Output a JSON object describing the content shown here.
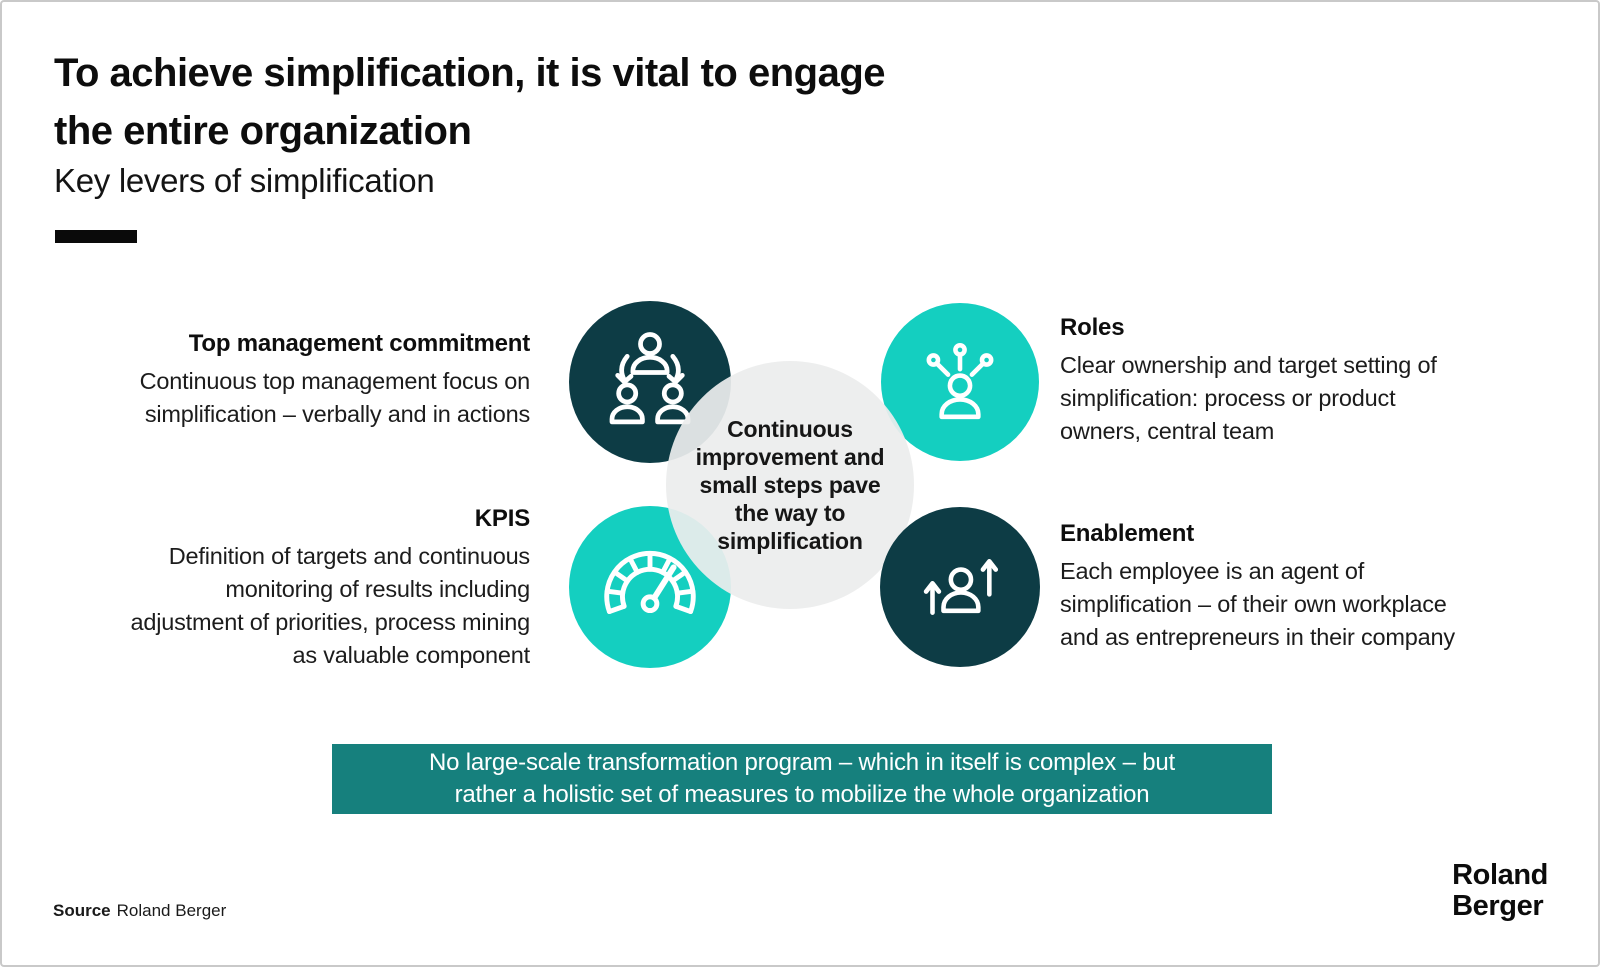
{
  "slide": {
    "title": "To achieve simplification, it is vital to engage\nthe entire organization",
    "subtitle": "Key levers of simplification"
  },
  "diagram": {
    "center_text": "Continuous\nimprovement and\nsmall steps pave\nthe way to\nsimplification",
    "levers": [
      {
        "title": "Top management commitment",
        "body": "Continuous top management focus on\nsimplification – verbally and in actions",
        "icon": "org-hierarchy-icon",
        "circle_color": "#0d3c45"
      },
      {
        "title": "Roles",
        "body": "Clear ownership and target setting of\nsimplification: process or product\nowners, central team",
        "icon": "delegation-icon",
        "circle_color": "#14cfc0"
      },
      {
        "title": "KPIS",
        "body": "Definition of targets and continuous\nmonitoring of results including\nadjustment of priorities, process mining\nas valuable component",
        "icon": "speedometer-icon",
        "circle_color": "#14cfc0"
      },
      {
        "title": "Enablement",
        "body": "Each employee is an agent of\nsimplification – of their own workplace\nand as entrepreneurs in their company",
        "icon": "empowered-person-icon",
        "circle_color": "#0d3c45"
      }
    ]
  },
  "banner": {
    "text": "No large-scale transformation program – which in itself is complex – but\nrather a holistic set of measures to mobilize the whole organization"
  },
  "footer": {
    "source_label": "Source",
    "source_text": "Roland Berger",
    "logo_text": "Roland\nBerger"
  },
  "colors": {
    "dark_teal": "#0d3c45",
    "bright_teal": "#14cfc0",
    "center_gray": "#ececec",
    "banner_teal": "#16807d",
    "text_black": "#111111"
  }
}
